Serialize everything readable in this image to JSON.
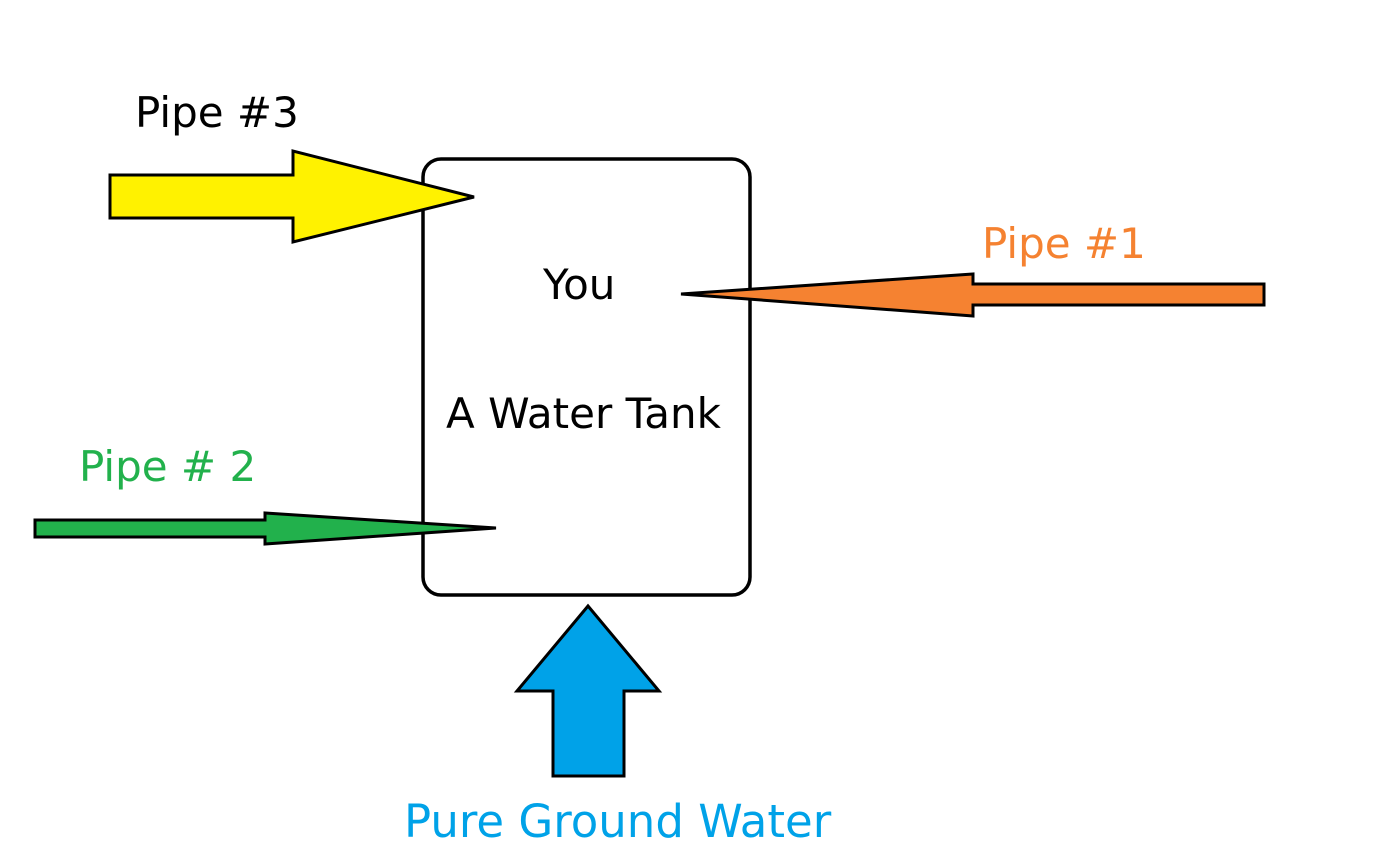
{
  "colors": {
    "pipe1": "#f58231",
    "pipe2": "#22b14c",
    "pipe3": "#fff200",
    "ground": "#00a2e8",
    "outline": "#000000",
    "text": "#000000"
  },
  "tank": {
    "you_label": "You",
    "name_label": "A Water Tank"
  },
  "pipes": {
    "pipe1_label": "Pipe #1",
    "pipe2_label": "Pipe # 2",
    "pipe3_label": "Pipe #3",
    "ground_label": "Pure Ground Water"
  },
  "icons": [
    "arrow-right-icon",
    "arrow-left-icon",
    "arrow-up-icon"
  ]
}
